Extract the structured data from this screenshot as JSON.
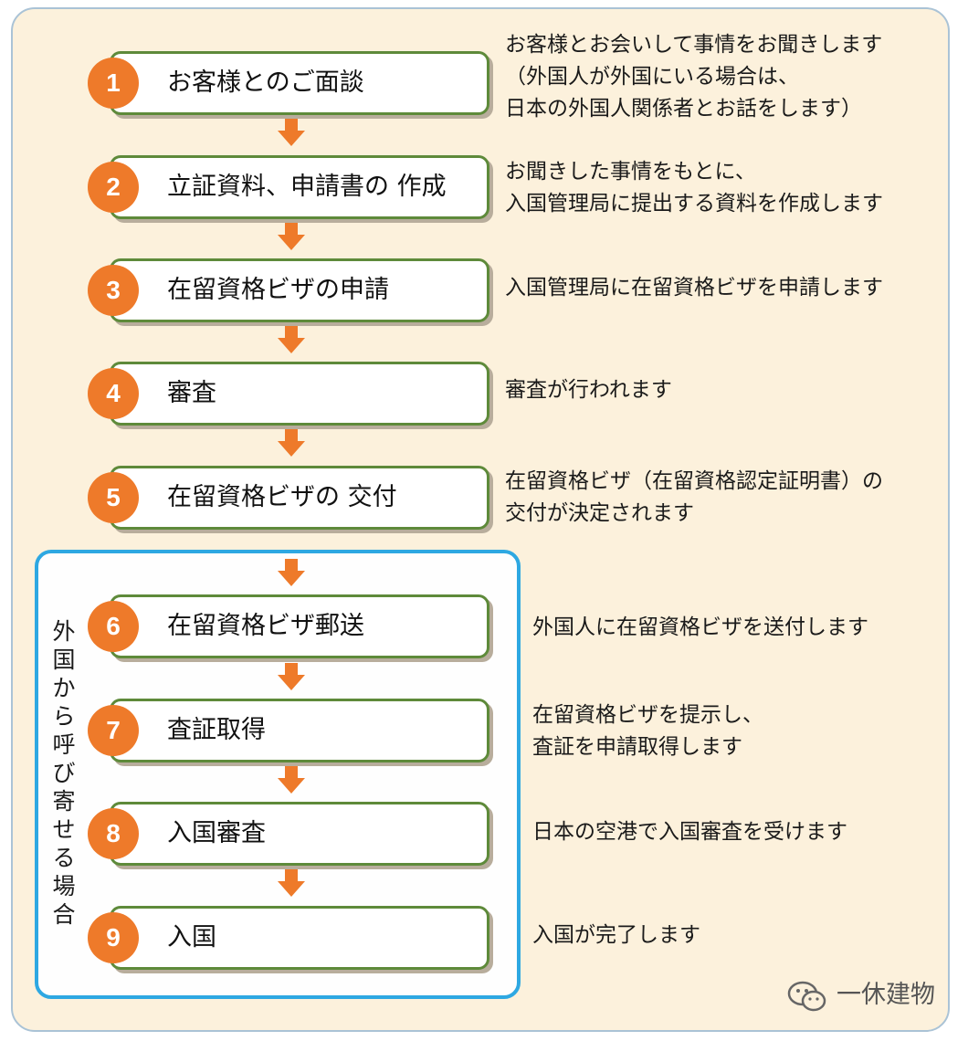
{
  "steps": [
    {
      "num": "1",
      "label": "お客様とのご面談",
      "desc": [
        "お客様とお会いして事情をお聞きします",
        "（外国人が外国にいる場合は、",
        "日本の外国人関係者とお話をします）"
      ]
    },
    {
      "num": "2",
      "label": "立証資料、申請書の 作成",
      "desc": [
        "お聞きした事情をもとに、",
        "入国管理局に提出する資料を作成します"
      ]
    },
    {
      "num": "3",
      "label": "在留資格ビザの申請",
      "desc": [
        "入国管理局に在留資格ビザを申請します"
      ]
    },
    {
      "num": "4",
      "label": "審査",
      "desc": [
        "審査が行われます"
      ]
    },
    {
      "num": "5",
      "label": "在留資格ビザの 交付",
      "desc": [
        "在留資格ビザ（在留資格認定証明書）の",
        "交付が決定されます"
      ]
    },
    {
      "num": "6",
      "label": "在留資格ビザ郵送",
      "desc": [
        "外国人に在留資格ビザを送付します"
      ]
    },
    {
      "num": "7",
      "label": "査証取得",
      "desc": [
        "在留資格ビザを提示し、",
        "査証を申請取得します"
      ]
    },
    {
      "num": "8",
      "label": "入国審査",
      "desc": [
        "日本の空港で入国審査を受けます"
      ]
    },
    {
      "num": "9",
      "label": "入国",
      "desc": [
        "入国が完了します"
      ]
    }
  ],
  "group_label": "外国から呼び寄せる場合",
  "watermark": "一休建物",
  "colors": {
    "accent": "#ee7a2a",
    "box_border": "#5e8a3a",
    "group_border": "#2ea8e2",
    "panel_bg": "#fcf1dc"
  }
}
